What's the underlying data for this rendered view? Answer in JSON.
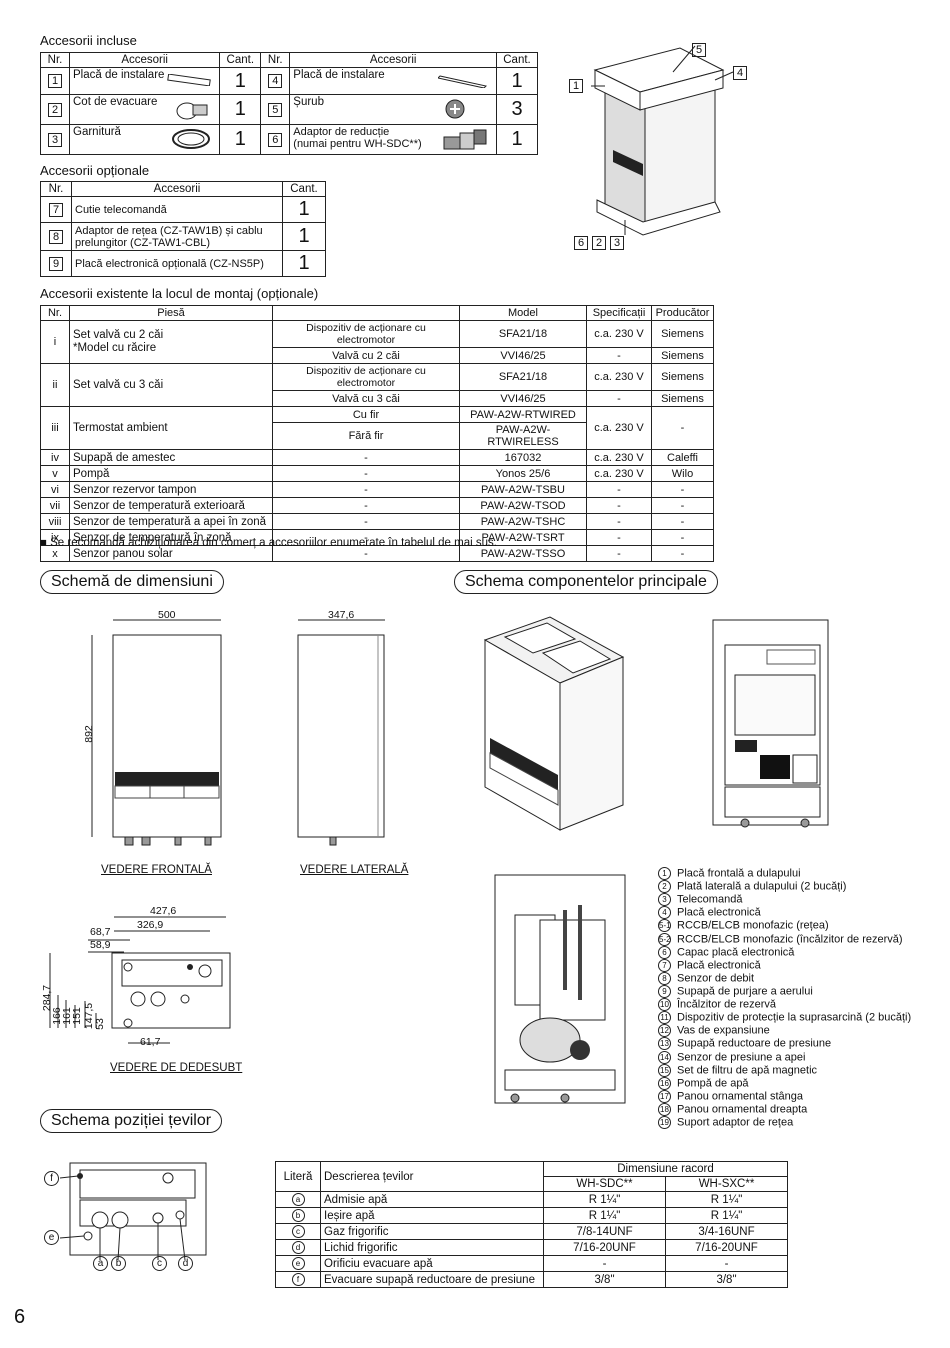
{
  "incluse": {
    "title": "Accesorii incluse",
    "headers": [
      "Nr.",
      "Accesorii",
      "Cant.",
      "Nr.",
      "Accesorii",
      "Cant."
    ],
    "rows": [
      {
        "n1": "1",
        "a1": "Placă de instalare",
        "q1": "1",
        "n2": "4",
        "a2": "Placă de instalare",
        "q2": "1"
      },
      {
        "n1": "2",
        "a1": "Cot de evacuare",
        "q1": "1",
        "n2": "5",
        "a2": "Șurub",
        "q2": "3"
      },
      {
        "n1": "3",
        "a1": "Garnitură",
        "q1": "1",
        "n2": "6",
        "a2": "Adaptor de reducție",
        "a2b": "(numai pentru WH-SDC**)",
        "q2": "1"
      }
    ]
  },
  "optionale": {
    "title": "Accesorii opționale",
    "headers": [
      "Nr.",
      "Accesorii",
      "Cant."
    ],
    "rows": [
      {
        "n": "7",
        "a": "Cutie telecomandă",
        "b": "",
        "q": "1"
      },
      {
        "n": "8",
        "a": "Adaptor de rețea (CZ-TAW1B) și cablu",
        "b": "prelungitor (CZ-TAW1-CBL)",
        "q": "1"
      },
      {
        "n": "9",
        "a": "Placă electronică opțională (CZ-NS5P)",
        "b": "",
        "q": "1"
      }
    ]
  },
  "box_labels": {
    "l5": "5",
    "l4": "4",
    "l1": "1",
    "l6": "6",
    "l2": "2",
    "l3": "3"
  },
  "existente": {
    "title": "Accesorii existente la locul de montaj (opționale)",
    "headers": [
      "Nr.",
      "Piesă",
      "",
      "Model",
      "Specificații",
      "Producător"
    ],
    "r1": {
      "nr": "i",
      "p1": "Set valvă cu 2 căi",
      "p2": "*Model cu răcire",
      "s1": "Dispozitiv de acționare cu electromotor",
      "m1": "SFA21/18",
      "sp1": "c.a. 230 V",
      "pr1": "Siemens",
      "s2": "Valvă cu 2 căi",
      "m2": "VVI46/25",
      "sp2": "-",
      "pr2": "Siemens"
    },
    "r2": {
      "nr": "ii",
      "p1": "Set valvă cu 3 căi",
      "s1": "Dispozitiv de acționare cu electromotor",
      "m1": "SFA21/18",
      "sp1": "c.a. 230 V",
      "pr1": "Siemens",
      "s2": "Valvă cu 3 căi",
      "m2": "VVI46/25",
      "sp2": "-",
      "pr2": "Siemens"
    },
    "r3": {
      "nr": "iii",
      "p1": "Termostat ambient",
      "s1": "Cu fir",
      "m1": "PAW-A2W-RTWIRED",
      "s2": "Fără fir",
      "m2": "PAW-A2W-RTWIRELESS",
      "sp": "c.a. 230 V",
      "pr": "-"
    },
    "rows": [
      {
        "nr": "iv",
        "p": "Supapă de amestec",
        "s": "-",
        "m": "167032",
        "sp": "c.a. 230 V",
        "pr": "Caleffi"
      },
      {
        "nr": "v",
        "p": "Pompă",
        "s": "-",
        "m": "Yonos 25/6",
        "sp": "c.a. 230 V",
        "pr": "Wilo"
      },
      {
        "nr": "vi",
        "p": "Senzor rezervor tampon",
        "s": "-",
        "m": "PAW-A2W-TSBU",
        "sp": "-",
        "pr": "-"
      },
      {
        "nr": "vii",
        "p": "Senzor de temperatură exterioară",
        "s": "-",
        "m": "PAW-A2W-TSOD",
        "sp": "-",
        "pr": "-"
      },
      {
        "nr": "viii",
        "p": "Senzor de temperatură a apei în zonă",
        "s": "-",
        "m": "PAW-A2W-TSHC",
        "sp": "-",
        "pr": "-"
      },
      {
        "nr": "ix",
        "p": "Senzor de temperatură în zonă",
        "s": "-",
        "m": "PAW-A2W-TSRT",
        "sp": "-",
        "pr": "-"
      },
      {
        "nr": "x",
        "p": "Senzor panou solar",
        "s": "-",
        "m": "PAW-A2W-TSSO",
        "sp": "-",
        "pr": "-"
      }
    ],
    "note": "■ Se recomandă achiziționarea din comerț a accesoriilor enumerate în tabelul de mai sus."
  },
  "dimensiuni": {
    "title": "Schemă de dimensiuni",
    "w500": "500",
    "h892": "892",
    "w347": "347,6",
    "front": "VEDERE FRONTALĂ",
    "side": "VEDERE LATERALĂ",
    "bottom": "VEDERE DE DEDESUBT",
    "d427": "427,6",
    "d326": "326,9",
    "d68": "68,7",
    "d58": "58,9",
    "d61": "61,7",
    "v284": "284,7",
    "v166": "166",
    "v161": "161",
    "v151": "151",
    "v147": "147,5",
    "v53": "53"
  },
  "componente": {
    "title": "Schema componentelor principale",
    "items": [
      {
        "n": "1",
        "t": "Placă frontală a dulapului"
      },
      {
        "n": "2",
        "t": "Plată laterală a dulapului (2 bucăți)"
      },
      {
        "n": "3",
        "t": "Telecomandă"
      },
      {
        "n": "4",
        "t": "Placă electronică"
      },
      {
        "n": "5-1",
        "t": "RCCB/ELCB monofazic (rețea)"
      },
      {
        "n": "5-2",
        "t": "RCCB/ELCB monofazic (încălzitor de rezervă)"
      },
      {
        "n": "6",
        "t": "Capac placă electronică"
      },
      {
        "n": "7",
        "t": "Placă electronică"
      },
      {
        "n": "8",
        "t": "Senzor de debit"
      },
      {
        "n": "9",
        "t": "Supapă de purjare a aerului"
      },
      {
        "n": "10",
        "t": "Încălzitor de rezervă"
      },
      {
        "n": "11",
        "t": "Dispozitiv de protecție la suprasarcină (2 bucăți)"
      },
      {
        "n": "12",
        "t": "Vas de expansiune"
      },
      {
        "n": "13",
        "t": "Supapă reductoare de presiune"
      },
      {
        "n": "14",
        "t": "Senzor de presiune a apei"
      },
      {
        "n": "15",
        "t": "Set de filtru de apă magnetic"
      },
      {
        "n": "16",
        "t": "Pompă de apă"
      },
      {
        "n": "17",
        "t": "Panou ornamental stânga"
      },
      {
        "n": "18",
        "t": "Panou ornamental dreapta"
      },
      {
        "n": "19",
        "t": "Suport adaptor de rețea"
      }
    ]
  },
  "tevi": {
    "title": "Schema poziției țevilor",
    "h_lit": "Literă",
    "h_desc": "Descrierea țevilor",
    "h_dim": "Dimensiune racord",
    "h_sdc": "WH-SDC**",
    "h_sxc": "WH-SXC**",
    "rows": [
      {
        "l": "a",
        "d": "Admisie apă",
        "s": "R 1¼\"",
        "x": "R 1¼\""
      },
      {
        "l": "b",
        "d": "Ieșire apă",
        "s": "R 1¼\"",
        "x": "R 1¼\""
      },
      {
        "l": "c",
        "d": "Gaz frigorific",
        "s": "7/8-14UNF",
        "x": "3/4-16UNF"
      },
      {
        "l": "d",
        "d": "Lichid frigorific",
        "s": "7/16-20UNF",
        "x": "7/16-20UNF"
      },
      {
        "l": "e",
        "d": "Orificiu evacuare apă",
        "s": "-",
        "x": "-"
      },
      {
        "l": "f",
        "d": "Evacuare supapă reductoare de presiune",
        "s": "3/8\"",
        "x": "3/8\""
      }
    ]
  },
  "page_number": "6"
}
